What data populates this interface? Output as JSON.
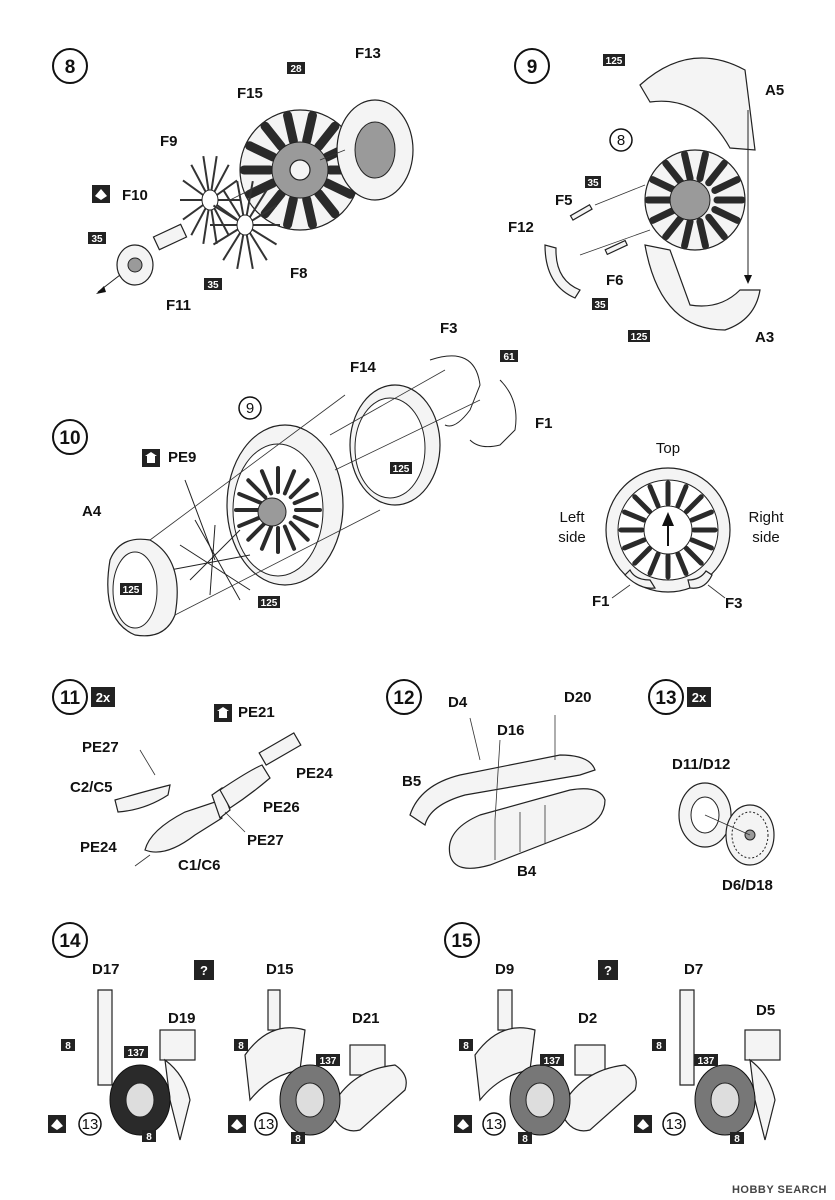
{
  "steps": [
    {
      "num": "8",
      "parts": [
        "F13",
        "F15",
        "F9",
        "F10",
        "F11",
        "F8"
      ],
      "paint_codes": [
        "28",
        "35",
        "35"
      ]
    },
    {
      "num": "9",
      "parts": [
        "A5",
        "F5",
        "F12",
        "F6",
        "A3"
      ],
      "paint_codes": [
        "125",
        "35",
        "35",
        "125"
      ],
      "subassembly": "8"
    },
    {
      "num": "10",
      "parts": [
        "F3",
        "F14",
        "F1",
        "PE9",
        "A4"
      ],
      "paint_codes": [
        "61",
        "125",
        "125",
        "125"
      ],
      "subassembly": "9",
      "orientation": {
        "top": "Top",
        "left": "Left side",
        "right": "Right side",
        "p1": "F1",
        "p2": "F3"
      }
    },
    {
      "num": "11",
      "multiplier": "2x",
      "parts": [
        "PE21",
        "PE27",
        "PE24",
        "C2/C5",
        "PE26",
        "PE27",
        "PE24",
        "C1/C6"
      ]
    },
    {
      "num": "12",
      "parts": [
        "D4",
        "D20",
        "D16",
        "B5",
        "B4"
      ]
    },
    {
      "num": "13",
      "multiplier": "2x",
      "parts": [
        "D11/D12",
        "D6/D18"
      ]
    },
    {
      "num": "14",
      "parts": [
        "D17",
        "D19",
        "D15",
        "D21"
      ],
      "paint_codes": [
        "8",
        "137",
        "8",
        "8",
        "137",
        "8"
      ],
      "subassembly": "13",
      "variant_mark": "?"
    },
    {
      "num": "15",
      "parts": [
        "D9",
        "D2",
        "D7",
        "D5"
      ],
      "paint_codes": [
        "8",
        "137",
        "8",
        "8",
        "137",
        "8"
      ],
      "subassembly": "13",
      "variant_mark": "?"
    }
  ],
  "watermark": "HOBBY SEARCH",
  "icons": [
    "reference-step-icon",
    "photo-etch-icon",
    "paint-code-icon",
    "variant-question-icon"
  ]
}
